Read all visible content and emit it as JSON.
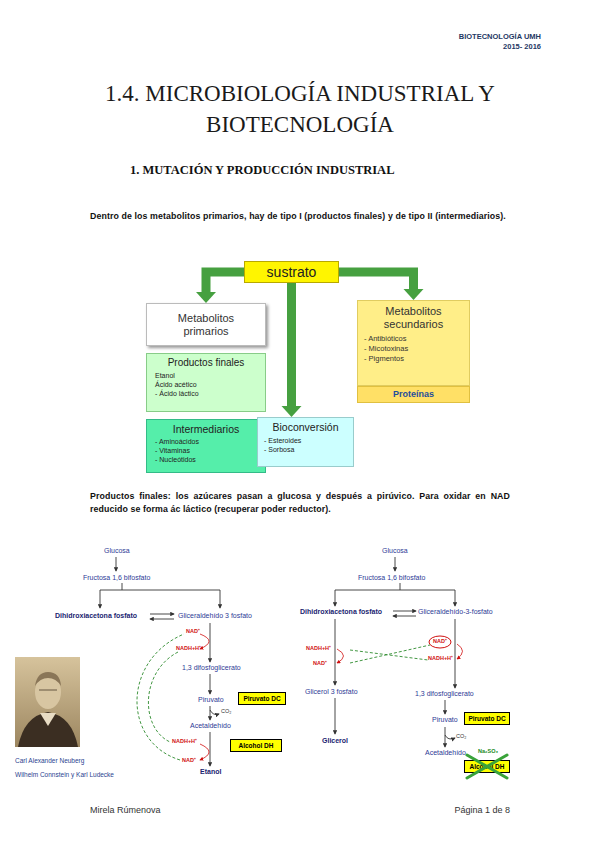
{
  "diagram": {
    "title": "1.4. MICROBIOLOGÍA INDUSTRIAL Y BIOTECNOLOGÍA",
    "nodes": [
      {
        "text": [
          "sustrato"
        ]
      },
      {
        "text": [
          "Metabolitos primarios"
        ]
      },
      {
        "text": [
          "Metabolitos secundarios",
          "- Antibióticos",
          "- Micotoxinas",
          "- Pigmentos"
        ]
      },
      {
        "text": [
          "Productos finales",
          "Etanol",
          "Ácido acético",
          "- Ácido láctico"
        ]
      },
      {
        "text": [
          "Proteínas"
        ]
      },
      {
        "text": [
          "Intermediarios",
          "- Aminoácidos",
          "- Vitaminas",
          "- Nucleótidos"
        ]
      },
      {
        "text": [
          "Bioconversión",
          "- Esteroides",
          "- Sorbosa"
        ]
      },
      {
        "text": [
          "Piruvato DC"
        ]
      },
      {
        "text": [
          "Alcohol DH"
        ]
      },
      {
        "text": [
          "Piruvato DC"
        ]
      },
      {
        "text": [
          "Alcohol DH"
        ]
      }
    ],
    "edges": [
      {
        "from": 0,
        "to": 1,
        "arrow": "to"
      },
      {
        "from": 0,
        "to": 6,
        "arrow": "to"
      },
      {
        "from": 0,
        "to": 2,
        "arrow": "to"
      }
    ],
    "labels": [
      "BIOTECNOLOGÍA UMH",
      "2015- 2016",
      "1. MUTACIÓN Y PRODUCCIÓN INDUSTRIAL",
      "Dentro de los metabolitos primarios, hay de tipo I (productos finales) y de tipo II (intermediarios).",
      "Productos finales: los azúcares pasan a glucosa y después a pirúvico. Para oxidar en NAD reducido se forma ác láctico (recuperar poder reductor).",
      "Glucosa",
      "Fructosa 1,6 bifosfato",
      "Dihidroxiacetona fosfato",
      "Gliceraldehído 3 fosfato",
      "NAD⁺",
      "NADH+H⁺",
      "1,3 difosfoglicerato",
      "Piruvato",
      "CO₂",
      "Acetaldehído",
      "NADH+H⁺",
      "NAD⁺",
      "Etanol",
      "Carl Alexander Neuberg",
      "Wilhelm Connstein y Karl Ludecke",
      "Glucosa",
      "Fructosa 1,6 bifosfato",
      "Dihidroxiacetona fosfato",
      "Gliceraldehído-3-fosfato",
      "NADH+H⁺",
      "NAD⁺",
      "NAD⁺",
      "NADH+H⁺",
      "Glicerol 3 fosfato",
      "Glicerol",
      "1,3 difosfoglicerato",
      "Piruvato",
      "CO₂",
      "Acetaldehído",
      "Na₂SO₃",
      "Mirela Rúmenova",
      "Página 1 de 8"
    ]
  }
}
